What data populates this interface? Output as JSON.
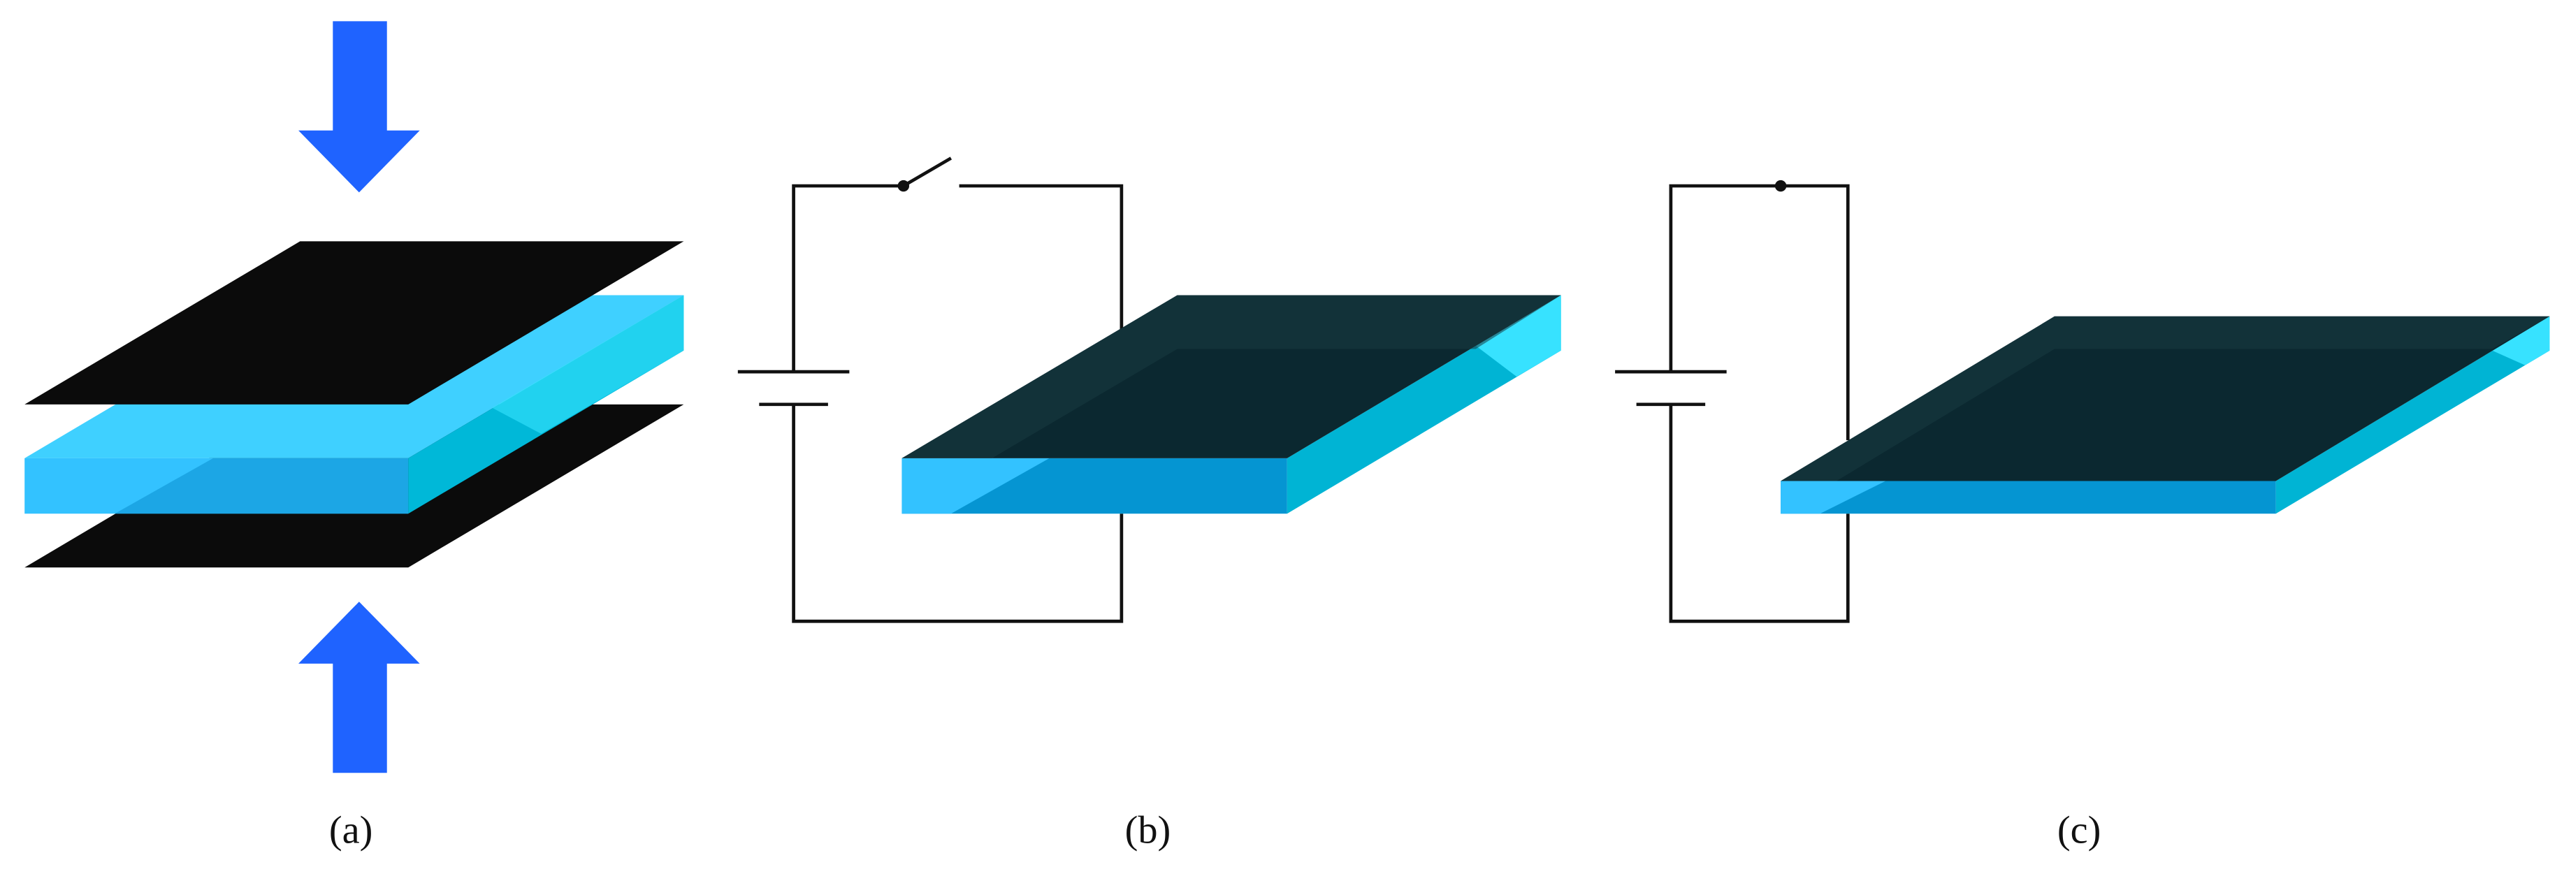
{
  "figure": {
    "panels": [
      {
        "id": "a",
        "caption": "(a)"
      },
      {
        "id": "b",
        "caption": "(b)"
      },
      {
        "id": "c",
        "caption": "(c)"
      }
    ]
  },
  "colors": {
    "arrow_blue": "#1f63ff",
    "electrode_black": "#0b0b0b",
    "slab_front_light": "#33c2ff",
    "slab_front_dark": "#0595d2",
    "slab_top": "#3fd0ff",
    "slab_side": "#00b4d4",
    "slab_side_light": "#37e2ff",
    "dark_film": "#0b2830",
    "dark_film_translucent": "#143139",
    "wire": "#111111"
  }
}
